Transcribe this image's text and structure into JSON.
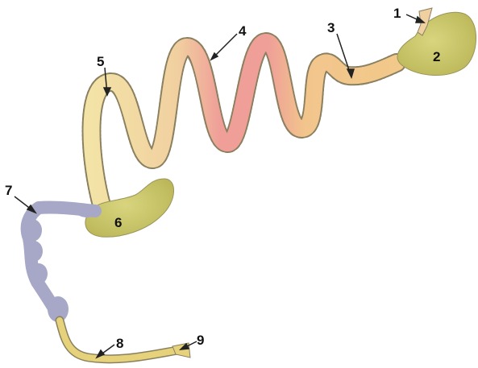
{
  "labels": [
    {
      "id": "1",
      "text": "1"
    },
    {
      "id": "2",
      "text": "2"
    },
    {
      "id": "3",
      "text": "3"
    },
    {
      "id": "4",
      "text": "4"
    },
    {
      "id": "5",
      "text": "5"
    },
    {
      "id": "6",
      "text": "6"
    },
    {
      "id": "7",
      "text": "7"
    },
    {
      "id": "8",
      "text": "8"
    },
    {
      "id": "9",
      "text": "9"
    }
  ],
  "colors": {
    "organ_olive": "#c9c46a",
    "tube_cream": "#f0dfa0",
    "tube_orange": "#f2c98a",
    "tube_pink": "#ef9e98",
    "tube_lavender": "#a8a8c8",
    "tube_yellow": "#e6d27a",
    "outline": "#8a8060",
    "arrow": "#222222"
  }
}
